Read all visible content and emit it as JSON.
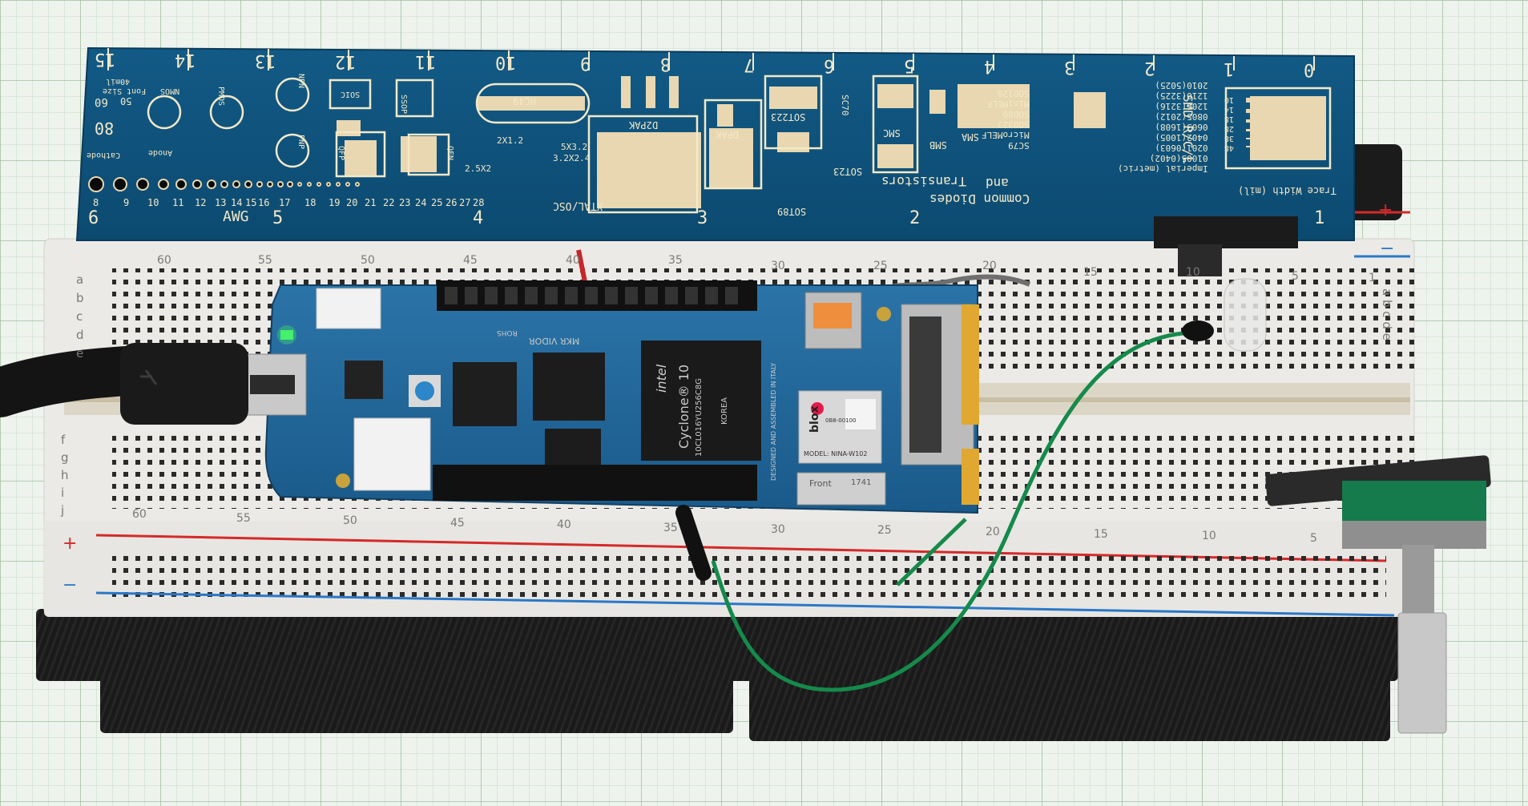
{
  "ruler": {
    "numbers": [
      "0",
      "1",
      "2",
      "3",
      "4",
      "5",
      "6",
      "7",
      "8",
      "9",
      "10",
      "11",
      "12",
      "13",
      "14",
      "15"
    ],
    "awg_numbers": [
      "1",
      "2",
      "3",
      "4",
      "5",
      "6"
    ],
    "awg_label": "AWG",
    "title": "SMD R/C/L",
    "metric_codes": [
      "Imperial (metric)",
      "01005(0402)",
      "0201(0603)",
      "0402(1005)",
      "0603(1608)",
      "0805(2012)",
      "1206(3216)",
      "1210(3225)",
      "2010(5025)"
    ],
    "trace_label": "Trace Width (mil)",
    "trace_values": [
      "48",
      "38",
      "28",
      "18",
      "14",
      "10"
    ],
    "diode_codes": [
      "SC79",
      "MicroMELF",
      "SOD323",
      "SOD80",
      "MiniMELF",
      "SOD128"
    ],
    "diode_title_1": "Common Diodes",
    "diode_title_2": "and",
    "diode_title_3": "Transistors",
    "pkg": {
      "smb": "SMB",
      "sma": "SMA",
      "smc": "SMC",
      "sc70": "SC70",
      "sot23": "SOT23",
      "sot223": "SOT223",
      "sot89": "SOT89",
      "dpak": "DPAK",
      "d2pak": "D2PAK",
      "hc49": "HC49",
      "xtal": "XTAL/OSC",
      "soic": "SOIC",
      "ssop": "SSOP",
      "qfp": "QFP",
      "qfn": "QFN",
      "nmos": "NMOS",
      "pmos": "PMOS",
      "npn": "NPN",
      "pnp": "PNP",
      "anode": "Anode",
      "cathode": "Cathode",
      "font_size": "Font Size",
      "font_40mil": "40mil",
      "font_60": "60",
      "font_50": "50",
      "font_80": "80"
    },
    "xtal_sizes": [
      "5X3.2",
      "3.2X2.4",
      "2.5X2",
      "2X1.2"
    ],
    "awg_gauges": [
      "8",
      "9",
      "10",
      "11",
      "12",
      "13",
      "14",
      "15",
      "16",
      "17",
      "18",
      "19",
      "20",
      "21",
      "22",
      "23",
      "24",
      "25",
      "26",
      "27",
      "28"
    ]
  },
  "breadboard": {
    "top_numbers": [
      "60",
      "55",
      "50",
      "45",
      "40",
      "35",
      "30",
      "25",
      "20",
      "15",
      "10",
      "5",
      "1"
    ],
    "bottom_numbers": [
      "60",
      "55",
      "50",
      "45",
      "40",
      "35",
      "30",
      "25",
      "20",
      "15",
      "10",
      "5"
    ],
    "row_letters_top": [
      "a",
      "b",
      "c",
      "d",
      "e"
    ],
    "row_letters_bottom": [
      "f",
      "g",
      "h",
      "i",
      "j"
    ],
    "plus": "+",
    "minus": "−"
  },
  "board": {
    "name": "MKR VIDOR",
    "fpga_brand": "intel",
    "fpga_name": "Cyclone® 10",
    "fpga_code": "10CL016YU256C8G",
    "fpga_origin": "KOREA",
    "ublox_brand": "blox",
    "ublox_code": "0B8-00100",
    "ublox_model": "MODEL: NINA-W102",
    "made_in": "DESIGNED AND ASSEMBLED IN ITALY",
    "front_label": "Front",
    "front_num": "1741",
    "rohs": "ROHS"
  },
  "colors": {
    "ruler_blue": "#0e4f78",
    "ruler_silk": "#f3e9c8",
    "board_blue": "#20669a",
    "breadboard": "#eeecea",
    "wire_green": "#158a4b",
    "rail_red": "#d42a2a",
    "rail_blue": "#2a78c8",
    "grid_paper": "#eef4ee"
  }
}
